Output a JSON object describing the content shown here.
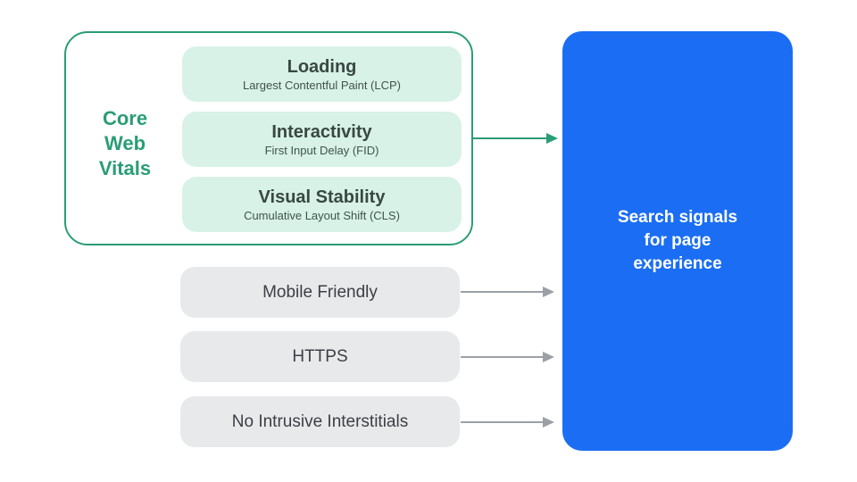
{
  "core_web_vitals": {
    "label_lines": [
      "Core",
      "Web",
      "Vitals"
    ],
    "items": [
      {
        "title": "Loading",
        "subtitle": "Largest Contentful Paint (LCP)"
      },
      {
        "title": "Interactivity",
        "subtitle": "First Input Delay (FID)"
      },
      {
        "title": "Visual Stability",
        "subtitle": "Cumulative Layout Shift (CLS)"
      }
    ]
  },
  "other_signals": [
    {
      "label": "Mobile Friendly"
    },
    {
      "label": "HTTPS"
    },
    {
      "label": "No Intrusive Interstitials"
    }
  ],
  "result_box": {
    "lines": [
      "Search signals",
      "for page",
      "experience"
    ]
  },
  "colors": {
    "green_accent": "#2A9D74",
    "green_fill": "#D8F2E7",
    "green_card_text": "#394842",
    "gray_fill": "#E8E9EB",
    "gray_text": "#3C4043",
    "arrow_gray": "#9AA0A6",
    "blue_fill": "#1B6EF3",
    "blue_text": "#FFFFFF"
  }
}
